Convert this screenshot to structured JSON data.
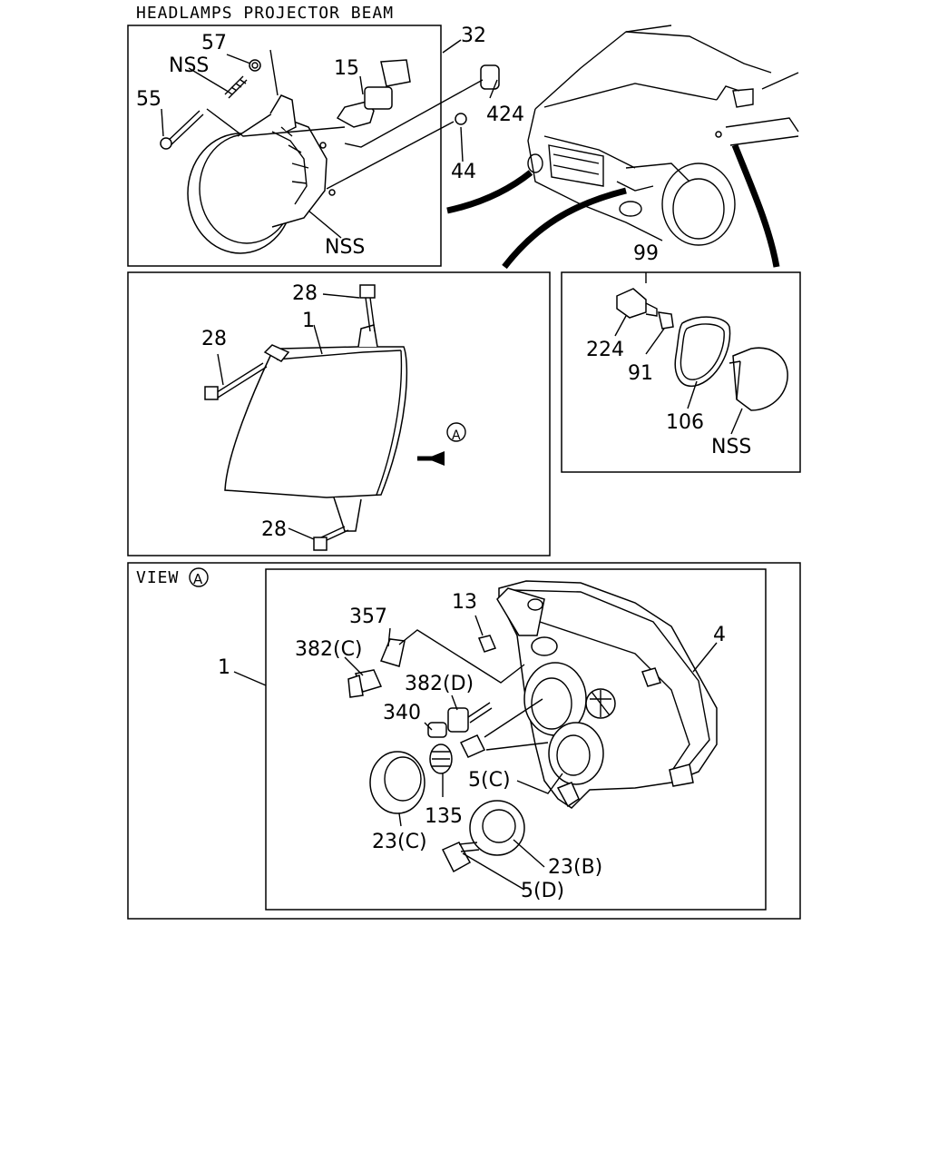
{
  "title": "HEADLAMPS PROJECTOR BEAM",
  "view_label": "VIEW",
  "view_marker": "A",
  "view_arrow_marker": "A",
  "labels": {
    "fog_lamp_assembly": "32",
    "fog_clip": "57",
    "fog_nss_top": "NSS",
    "fog_bulb": "15",
    "fog_screw": "55",
    "fog_grommet": "424",
    "fog_nut": "44",
    "fog_nss_bottom": "NSS",
    "side_marker_group": "99",
    "socket": "224",
    "bulb_side": "91",
    "gasket": "106",
    "side_nss": "NSS",
    "bolt_top": "28",
    "headlamp_top": "1",
    "bolt_left": "28",
    "bolt_bottom": "28",
    "headlamp_view": "1",
    "bulb_357": "357",
    "bulb_382c": "382(C)",
    "grommet_13": "13",
    "housing_4": "4",
    "bulb_382d": "382(D)",
    "bulb_340": "340",
    "socket_5c": "5(C)",
    "socket_135": "135",
    "cap_23c": "23(C)",
    "cap_23b": "23(B)",
    "socket_5d": "5(D)"
  }
}
